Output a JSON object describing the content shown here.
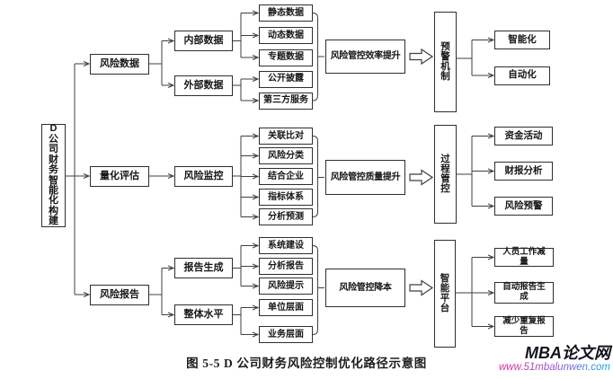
{
  "diagram": {
    "root": "D公司财务智能化构建",
    "branch1": {
      "level1": "风险数据",
      "level2a": "内部数据",
      "level2b": "外部数据",
      "items": [
        "静态数据",
        "动态数据",
        "专题数据",
        "公开披露",
        "第三方服务"
      ],
      "outcome": "风险管控效率提升",
      "mechanism": "预警机制",
      "results": [
        "智能化",
        "自动化"
      ]
    },
    "branch2": {
      "level1": "量化评估",
      "level2a": "风险监控",
      "items": [
        "关联比对",
        "风险分类",
        "结合企业",
        "指标体系",
        "分析预测"
      ],
      "outcome": "风险管控质量提升",
      "mechanism": "过程管控",
      "results": [
        "资金活动",
        "财报分析",
        "风险预警"
      ]
    },
    "branch3": {
      "level1": "风险报告",
      "level2a": "报告生成",
      "level2b": "整体水平",
      "items": [
        "系统建设",
        "分析报告",
        "风险提示",
        "单位层面",
        "业务层面"
      ],
      "outcome": "风险管控降本",
      "mechanism": "智能平台",
      "results": [
        "人员工作减量",
        "自动报告生成",
        "减少重复报告"
      ]
    },
    "caption": "图 5-5  D 公司财务风险控制优化路径示意图"
  },
  "watermark": {
    "site_name": "MBA论文网",
    "site_url": "www.51mbalunwen.com",
    "gradient_start": "#e6219f",
    "gradient_end": "#00aee6"
  },
  "colors": {
    "line": "#3f3f3f",
    "border": "#2e2e2e",
    "text": "#161616"
  }
}
